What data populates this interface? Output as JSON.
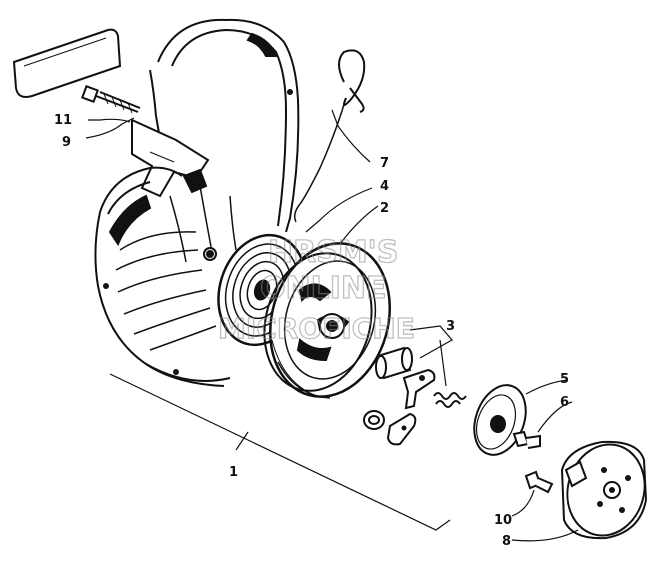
{
  "watermark": {
    "line1": "HRSM'S",
    "line2": "ONLINE",
    "line3": "MICROFICHE"
  },
  "callouts": {
    "c1": "1",
    "c2": "2",
    "c3": "3",
    "c4": "4",
    "c5": "5",
    "c6": "6",
    "c7": "7",
    "c8": "8",
    "c9": "9",
    "c10": "10",
    "c11": "11"
  },
  "colors": {
    "line": "#111111",
    "watermark": "#8c8c8c"
  }
}
